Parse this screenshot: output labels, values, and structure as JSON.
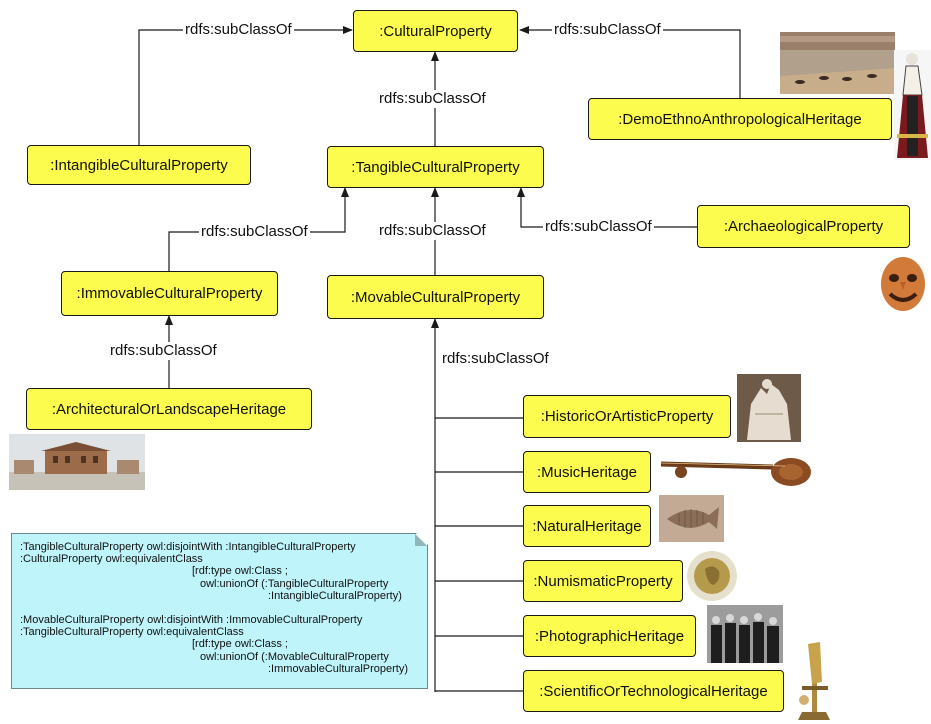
{
  "diagram": {
    "nodes": {
      "cultural_property": ":CulturalProperty",
      "intangible": ":IntangibleCulturalProperty",
      "tangible": ":TangibleCulturalProperty",
      "demo_ethno": ":DemoEthnoAnthropologicalHeritage",
      "archaeological": ":ArchaeologicalProperty",
      "immovable": ":ImmovableCulturalProperty",
      "movable": ":MovableCulturalProperty",
      "architectural": ":ArchitecturalOrLandscapeHeritage",
      "historic_artistic": ":HistoricOrArtisticProperty",
      "music": ":MusicHeritage",
      "natural": ":NaturalHeritage",
      "numismatic": ":NumismaticProperty",
      "photographic": ":PhotographicHeritage",
      "scientific": ":ScientificOrTechnologicalHeritage"
    },
    "edge_label": "rdfs:subClassOf"
  },
  "note": {
    "block1": [
      ":TangibleCulturalProperty owl:disjointWith :IntangibleCulturalProperty",
      ":CulturalProperty owl:equivalentClass",
      "[rdf:type owl:Class ;",
      "owl:unionOf (:TangibleCulturalProperty",
      ":IntangibleCulturalProperty)"
    ],
    "block2": [
      ":MovableCulturalProperty owl:disjointWith :ImmovableCulturalProperty",
      ":TangibleCulturalProperty owl:equivalentClass",
      "[rdf:type owl:Class ;",
      "owl:unionOf (:MovableCulturalProperty",
      ":ImmovableCulturalProperty)"
    ]
  },
  "colors": {
    "node_fill": "#fcfc4e",
    "note_fill": "#bff4fa",
    "line": "#1a1a1a"
  }
}
